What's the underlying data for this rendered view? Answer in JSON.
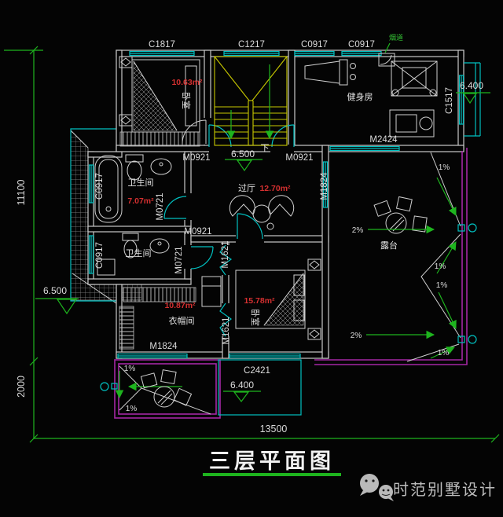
{
  "drawing": {
    "title": "三层平面图"
  },
  "dims": {
    "w": "13500",
    "h1": "11100",
    "h2": "2000"
  },
  "elevations": {
    "stair": "6.500",
    "west": "6.500",
    "east": "6.400",
    "south": "6.400"
  },
  "rooms": {
    "bedroom_nw": {
      "name": "卧室",
      "area": "10.63m²"
    },
    "gym": {
      "name": "健身房"
    },
    "bath_a": {
      "name": "卫生间",
      "area": "7.07m²"
    },
    "hall": {
      "name": "过厅",
      "area": "12.70m²"
    },
    "bath_b": {
      "name": "卫生间"
    },
    "cloak": {
      "name": "衣帽间",
      "area": "10.87m²"
    },
    "bedroom_s": {
      "name": "卧室",
      "area": "15.78m²"
    },
    "terrace": {
      "name": "露台"
    }
  },
  "annotations": {
    "down": "下",
    "flue": "烟道"
  },
  "openings": {
    "c1817": "C1817",
    "c1217": "C1217",
    "c0917_a": "C0917",
    "c0917_b": "C0917",
    "c1517": "C1517",
    "c0917_w1": "C0917",
    "c0917_w2": "C0917",
    "c2421": "C2421",
    "m2424": "M2424",
    "m0921_l": "M0921",
    "m0921_r": "M0921",
    "m0921_s": "M0921",
    "m0721_a": "M0721",
    "m0721_b": "M0721",
    "m1824_e": "M1824",
    "m1824_s": "M1824",
    "m1621_a": "M1621",
    "m1621_b": "M1621"
  },
  "slopes": {
    "t1": "2%",
    "t2": "1%",
    "t3": "1%",
    "t4": "1%",
    "t5": "2%",
    "t6": "1%",
    "b1": "1%",
    "b2": "1%"
  },
  "watermark": {
    "brand": "时范别墅设计"
  },
  "colors": {
    "wall": "#c9c9c9",
    "window": "#00c0c0",
    "stair": "#c8c800",
    "dimension": "#1eb41e",
    "area_text": "#d43030",
    "terrace_border": "#a427a4"
  }
}
